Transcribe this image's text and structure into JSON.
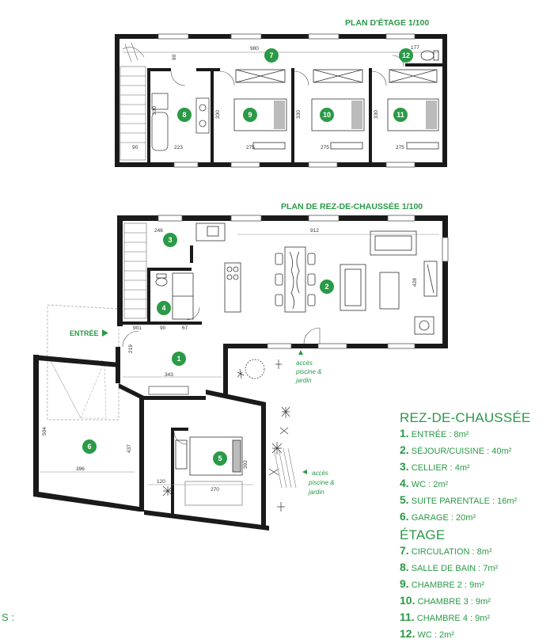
{
  "upper_plan": {
    "title": "PLAN D'ÉTAGE 1/100",
    "dims": [
      "980",
      "90",
      "330",
      "330",
      "330",
      "330",
      "90",
      "223",
      "275",
      "275",
      "275",
      "177"
    ]
  },
  "ground_plan": {
    "title": "PLAN DE REZ-DE-CHAUSSÉE 1/100",
    "dims": [
      "246",
      "912",
      "428",
      "901",
      "90",
      "67",
      "219",
      "343",
      "504",
      "437",
      "396",
      "120",
      "270",
      "392"
    ]
  },
  "entree_label": "ENTRÉE",
  "acces_1": [
    "accès",
    "piscine &",
    "jardin"
  ],
  "acces_2": [
    "accès",
    "piscine &",
    "jardin"
  ],
  "room_numbers": [
    "1",
    "2",
    "3",
    "4",
    "5",
    "6",
    "7",
    "8",
    "9",
    "10",
    "11",
    "12"
  ],
  "legend_rdc": {
    "title": "REZ-DE-CHAUSSÉE",
    "items": [
      {
        "n": "1.",
        "text": "ENTRÉE : 8m²"
      },
      {
        "n": "2.",
        "text": "SÉJOUR/CUISINE : 40m²"
      },
      {
        "n": "3.",
        "text": "CELLIER : 4m²"
      },
      {
        "n": "4.",
        "text": "WC : 2m²"
      },
      {
        "n": "5.",
        "text": "SUITE PARENTALE : 16m²"
      },
      {
        "n": "6.",
        "text": "GARAGE : 20m²"
      }
    ]
  },
  "legend_etage": {
    "title": "ÉTAGE",
    "items": [
      {
        "n": "7.",
        "text": "CIRCULATION : 8m²"
      },
      {
        "n": "8.",
        "text": "SALLE DE BAIN : 7m²"
      },
      {
        "n": "9.",
        "text": "CHAMBRE 2 : 9m²"
      },
      {
        "n": "10.",
        "text": "CHAMBRE 3 : 9m²"
      },
      {
        "n": "11.",
        "text": "CHAMBRE 4 : 9m²"
      },
      {
        "n": "12.",
        "text": "WC : 2m²"
      }
    ]
  },
  "corner_text": "S :",
  "colors": {
    "green": "#2a9a47",
    "wall": "#1a1a1a",
    "light": "#9a9a9a"
  }
}
